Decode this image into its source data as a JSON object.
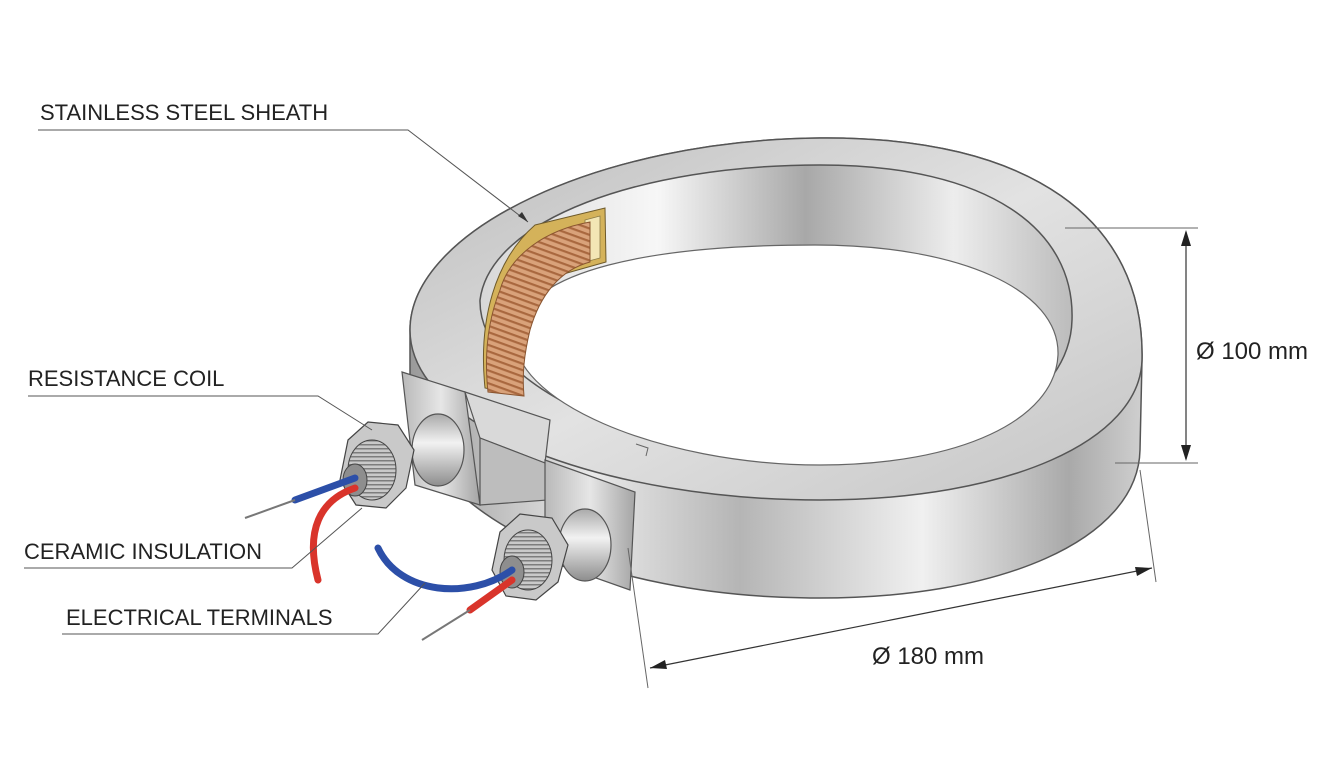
{
  "labels": {
    "sheath": "STAINLESS STEEL SHEATH",
    "coil": "RESISTANCE COIL",
    "insulation": "CERAMIC INSULATION",
    "terminals": "ELECTRICAL TERMINALS"
  },
  "dimensions": {
    "inner_diameter": "Ø 100 mm",
    "outer_diameter": "Ø 180 mm"
  },
  "colors": {
    "steel_light": "#f2f2f2",
    "steel_mid": "#c8c8c8",
    "steel_dark": "#8e8e8e",
    "coil": "#c98a5a",
    "insulation": "#e6c15a",
    "wire_red": "#d9342b",
    "wire_blue": "#2c4fa8"
  }
}
